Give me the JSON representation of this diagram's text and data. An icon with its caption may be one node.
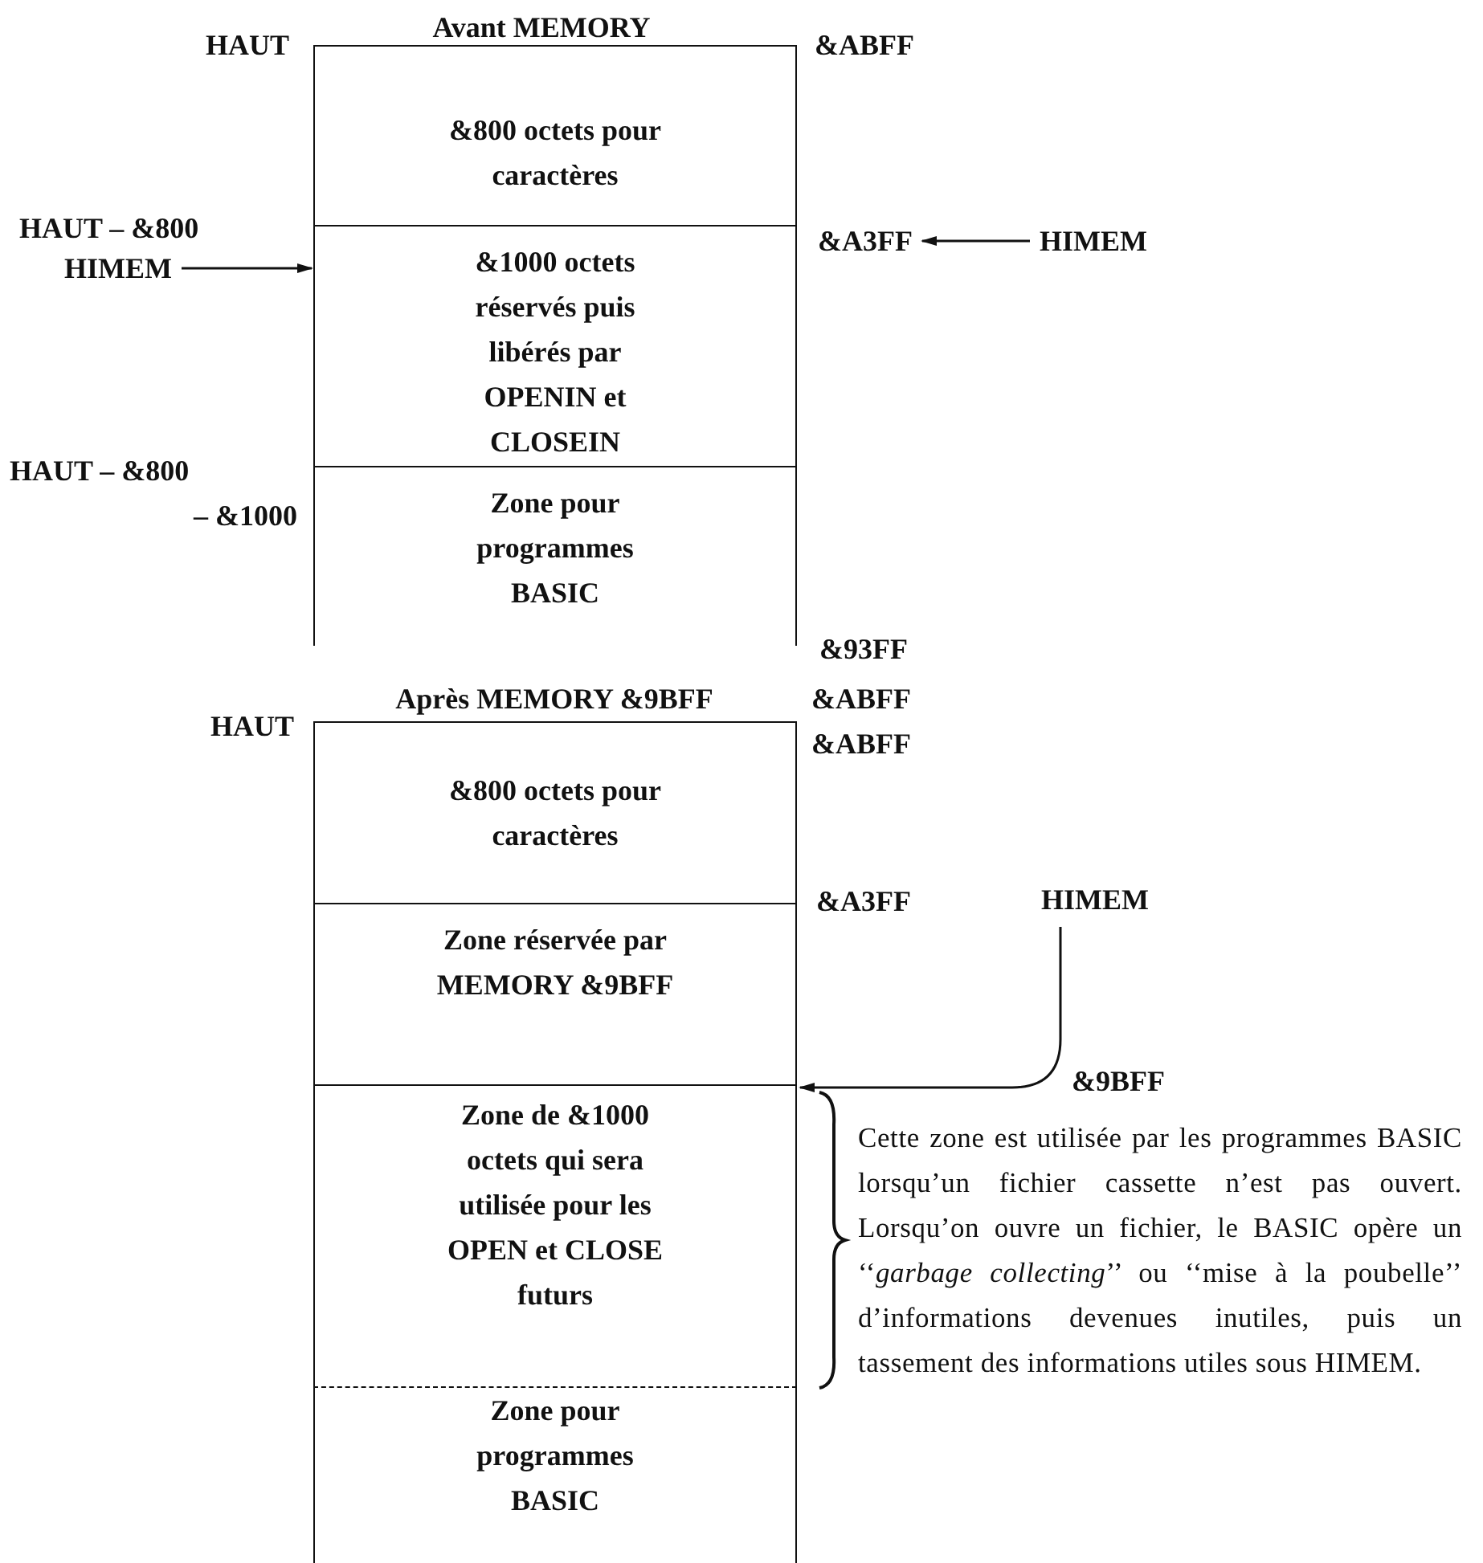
{
  "diagram": {
    "nodes": [
      {
        "text": [
          "&800 octets pour caractères"
        ]
      },
      {
        "text": [
          "&1000 octets réservés puis libérés par OPENIN et CLOSEIN"
        ]
      },
      {
        "text": [
          "Zone pour programmes BASIC"
        ]
      },
      {
        "text": [
          "HIMEM"
        ]
      },
      {
        "text": [
          "HIMEM"
        ]
      },
      {
        "text": [
          "&A3FF"
        ]
      },
      {
        "text": [
          "&800 octets pour caractères"
        ]
      },
      {
        "text": [
          "Zone réservée par MEMORY &9BFF"
        ]
      },
      {
        "text": [
          "Zone de &1000 octets qui sera utilisée pour les OPEN et CLOSE futurs"
        ]
      },
      {
        "text": [
          "Zone pour programmes BASIC"
        ]
      },
      {
        "text": [
          "HIMEM"
        ]
      }
    ],
    "edges": [
      {
        "from": 3,
        "to": 1,
        "arrow": "to"
      },
      {
        "from": 4,
        "to": 5,
        "arrow": "to"
      },
      {
        "from": 10,
        "to": 8,
        "arrow": "to"
      }
    ],
    "labels": [
      "Avant MEMORY",
      "HAUT",
      "&ABFF",
      "HAUT – &800",
      "HAUT – &800",
      "– &1000",
      "&93FF",
      "Après MEMORY &9BFF",
      "HAUT",
      "&ABFF",
      "&ABFF",
      "&A3FF",
      "&9BFF",
      "Cette zone est utilisée par les programmes BASIC lorsqu’un fichier cassette n’est pas ouvert. Lorsqu’on ouvre un fichier, le BASIC opère un ‘‘*garbage collecting*’’ ou ‘‘mise à la poubelle’’ d’informations devenues inutiles, puis un tassement des informations utiles sous HIMEM."
    ]
  }
}
